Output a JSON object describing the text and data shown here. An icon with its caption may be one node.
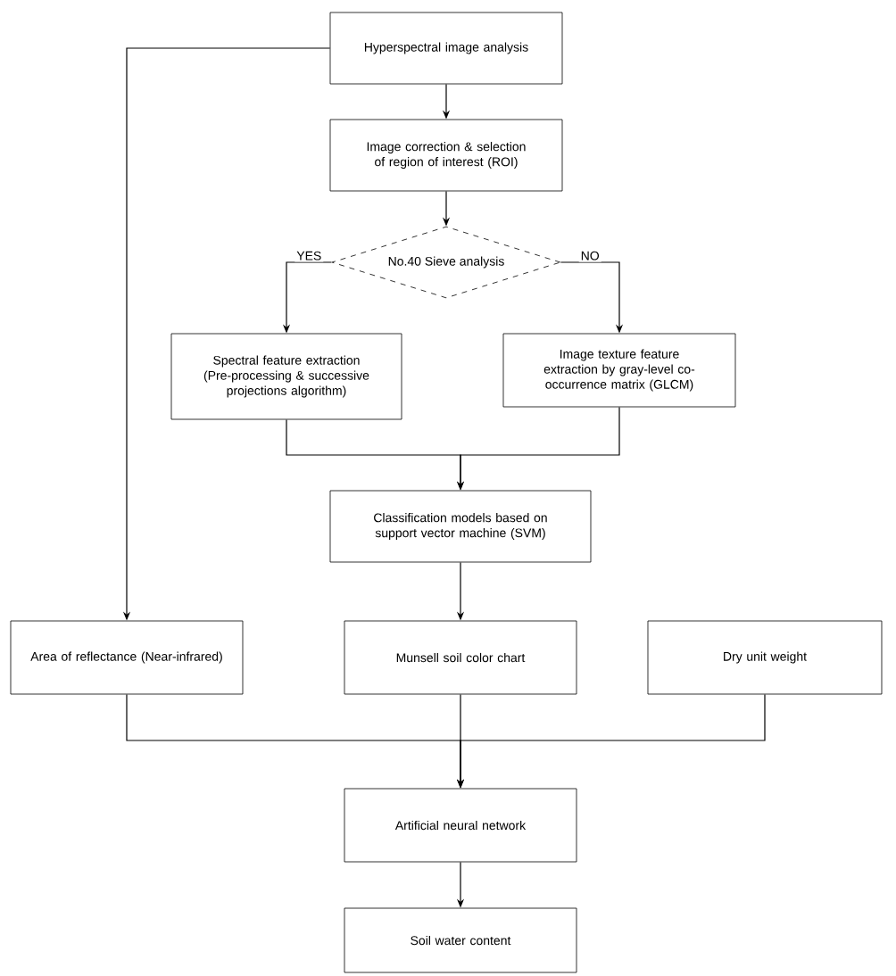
{
  "diagram": {
    "nodes": [
      {
        "text": [
          "Hyperspectral image analysis"
        ]
      },
      {
        "text": [
          "Image correction & selection of region of interest (ROI)"
        ]
      },
      {
        "text": [
          "No.40 Sieve analysis"
        ]
      },
      {
        "text": [
          "Spectral feature extraction (Pre-processing & successive projections algorithm)"
        ]
      },
      {
        "text": [
          "Image texture feature extraction by gray-level co-occurrence matrix (GLCM)"
        ]
      },
      {
        "text": [
          "Classification models based on support vector machine (SVM)"
        ]
      },
      {
        "text": [
          "Area of reflectance (Near-infrared)"
        ]
      },
      {
        "text": [
          "Munsell soil color chart"
        ]
      },
      {
        "text": [
          "Dry unit weight"
        ]
      },
      {
        "text": [
          "Artificial neural network"
        ]
      },
      {
        "text": [
          "Soil water content"
        ]
      }
    ],
    "edges": [
      {
        "from": 0,
        "to": 1,
        "arrow": "to"
      },
      {
        "from": 1,
        "to": 2,
        "arrow": "to"
      },
      {
        "from": 2,
        "to": 3,
        "arrow": "to",
        "label": "YES"
      },
      {
        "from": 2,
        "to": 4,
        "arrow": "to",
        "label": "NO"
      },
      {
        "from": 3,
        "to": 5,
        "arrow": "to"
      },
      {
        "from": 4,
        "to": 5,
        "arrow": "to"
      },
      {
        "from": 0,
        "to": 6,
        "arrow": "to"
      },
      {
        "from": 5,
        "to": 7,
        "arrow": "to"
      },
      {
        "from": 6,
        "to": 9,
        "arrow": "to"
      },
      {
        "from": 7,
        "to": 9,
        "arrow": "to"
      },
      {
        "from": 8,
        "to": 9,
        "arrow": "to"
      },
      {
        "from": 9,
        "to": 10,
        "arrow": "to"
      }
    ]
  }
}
